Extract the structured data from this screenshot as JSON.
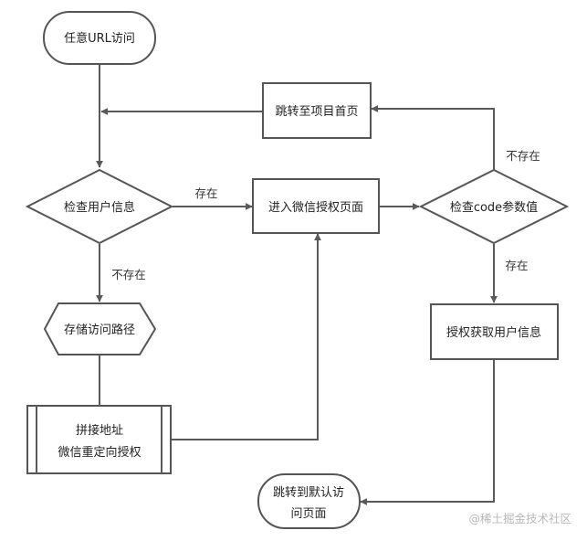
{
  "nodes": {
    "start": "任意URL访问",
    "check_user": "检查用户信息",
    "store_path": "存储访问路径",
    "build_url_line1": "拼接地址",
    "build_url_line2": "微信重定向授权",
    "enter_auth": "进入微信授权页面",
    "check_code": "检查code参数值",
    "jump_home": "跳转至项目首页",
    "get_user": "授权获取用户信息",
    "jump_default_line1": "跳转到默认访",
    "jump_default_line2": "问页面"
  },
  "edges": {
    "user_exists": "存在",
    "user_not_exists": "不存在",
    "code_not_exists": "不存在",
    "code_exists": "存在"
  },
  "watermark": "@稀土掘金技术社区"
}
